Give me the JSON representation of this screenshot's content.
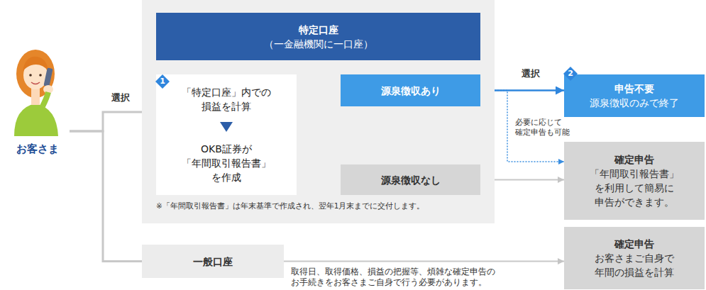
{
  "diagram": {
    "nodes": [
      {
        "text": [
          "お客さま"
        ]
      },
      {
        "text": [
          "※「年間取引報告書」は年末基準で作成され、翌年1月末までに交付します。"
        ]
      },
      {
        "text": [
          "特定口座",
          "（一金融機関に一口座）"
        ],
        "in": 1
      },
      {
        "text": [
          "「特定口座」内での 損益を計算",
          "OKB証券が 「年間取引報告書」 を作成"
        ],
        "in": 1
      },
      {
        "text": [
          "源泉徴収あり"
        ],
        "in": 1
      },
      {
        "text": [
          "源泉徴収なし"
        ],
        "in": 1
      },
      {
        "text": [
          "申告不要",
          "源泉徴収のみで終了"
        ]
      },
      {
        "text": [
          "確定申告",
          "「年間取引報告書」 を利用して簡易に 申告ができます。"
        ]
      },
      {
        "text": [
          "一般口座"
        ]
      },
      {
        "text": [
          "確定申告",
          "お客さまご自身で 年間の損益を計算"
        ]
      }
    ],
    "edges": [
      {
        "from": 0,
        "to": 1,
        "label": "選択",
        "arrow": "none"
      },
      {
        "from": 0,
        "to": 8,
        "arrow": "none"
      },
      {
        "from": 3,
        "to": 4,
        "arrow": "to"
      },
      {
        "from": 3,
        "to": 5,
        "arrow": "to"
      },
      {
        "from": 4,
        "to": 7,
        "label": "必要に応じて 確定申告も可能",
        "arrow": "to"
      },
      {
        "from": 4,
        "to": 6,
        "label": "選択",
        "arrow": "to"
      },
      {
        "from": 5,
        "to": 7,
        "arrow": "to"
      },
      {
        "from": 8,
        "to": 9,
        "arrow": "to"
      }
    ],
    "labels": [
      "1",
      "2",
      "取得日、取得価格、損益の把握等、煩雑な確定申告の お手続きをお客さまご自身で行う必要があります。"
    ]
  }
}
